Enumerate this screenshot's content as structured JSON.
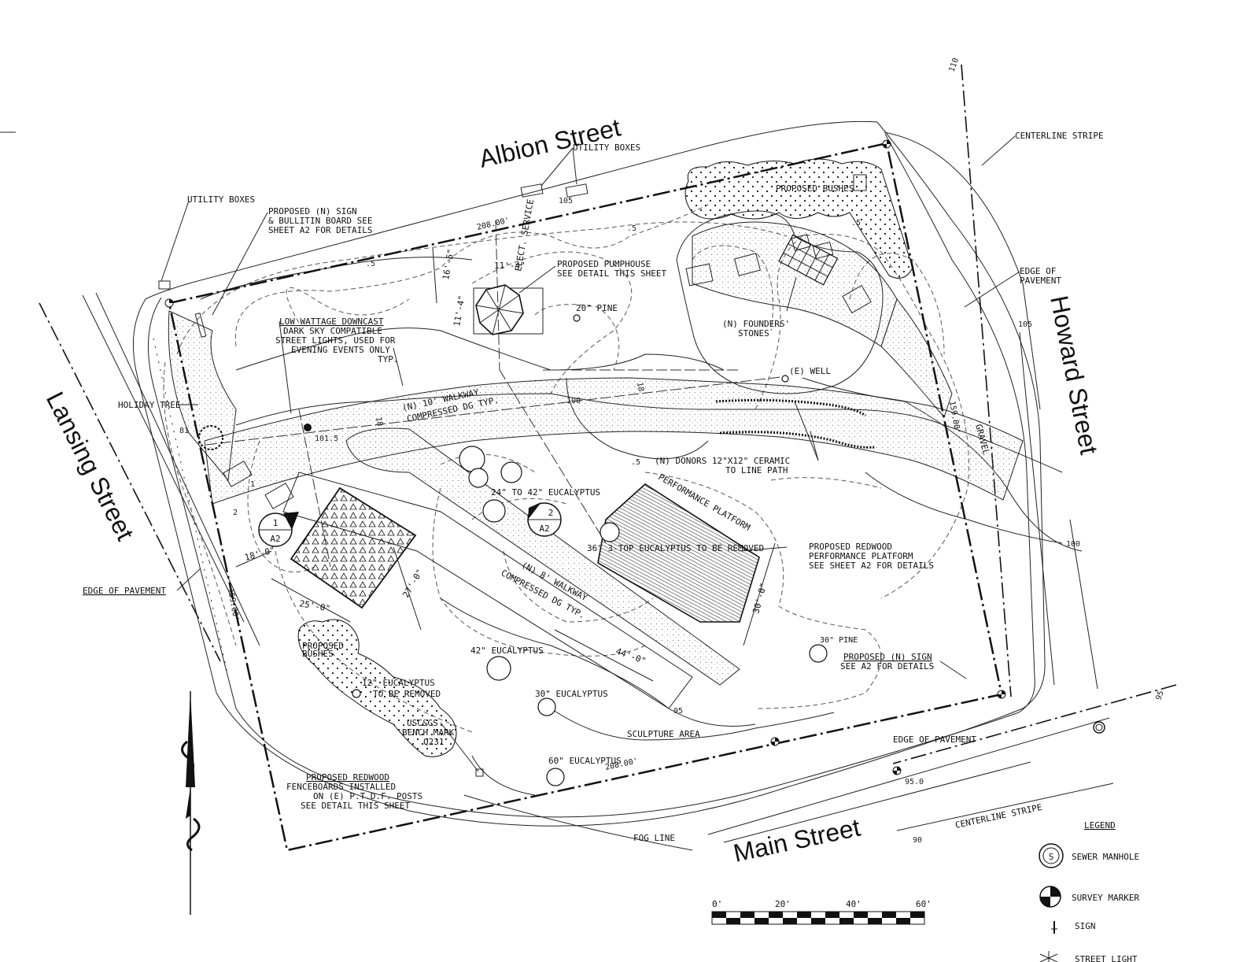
{
  "streets": {
    "albion": "Albion Street",
    "howard": "Howard Street",
    "lansing": "Lansing Street",
    "main": "Main Street"
  },
  "labels": {
    "utility_boxes_top": "UTILITY BOXES",
    "utility_boxes_left": "UTILITY BOXES",
    "proposed_sign_1": "PROPOSED (N) SIGN",
    "proposed_sign_2": "& BULLITIN BOARD SEE",
    "proposed_sign_3": "SHEET A2 FOR DETAILS",
    "centerline_top": "CENTERLINE STRIPE",
    "edge_pavement_right_1": "EDGE OF",
    "edge_pavement_right_2": "PAVEMENT",
    "proposed_bushes_top": "PROPOSED BUSHES",
    "pumphouse_1": "PROPOSED PUMPHOUSE",
    "pumphouse_2": "SEE DETAIL THIS SHEET",
    "elect_service": "ELECT. SERVICE",
    "pine_20": "20\" PINE",
    "founders_1": "(N) FOUNDERS'",
    "founders_2": "STONES",
    "well": "(E) WELL",
    "lights_1": "LOW WATTAGE DOWNCAST",
    "lights_2": "DARK SKY COMPATIBLE",
    "lights_3": "STREET LIGHTS, USED FOR",
    "lights_4": "EVENING EVENTS ONLY",
    "lights_5": "TYP.",
    "holiday_tree": "HOLIDAY TREE",
    "walkway_10_1": "(N) 10' WALKWAY",
    "walkway_10_2": "COMPRESSED DG TYP.",
    "donors_1": "(N) DONORS 12\"X12\" CERAMIC",
    "donors_2": "TO LINE PATH",
    "gravel": "GRAVEL",
    "euc_24_42": "24\" TO 42\" EUCALYPTUS",
    "performance_platform": "PERFORMANCE PLATFORM",
    "euc_36": "36\" 3-TOP EUCALYPTUS TO BE REMOVED",
    "redwood_platform_1": "PROPOSED REDWOOD",
    "redwood_platform_2": "PERFORMANCE PLATFORM",
    "redwood_platform_3": "SEE SHEET A2 FOR DETAILS",
    "walkway_8_1": "(N) 8' WALKWAY",
    "walkway_8_2": "COMPRESSED DG TYP.",
    "edge_pavement_left": "EDGE OF PAVEMENT",
    "proposed_bushes_bottom_1": "PROPOSED",
    "proposed_bushes_bottom_2": "BUSHES",
    "euc_42": "42\" EUCALYPTUS",
    "euc_12_1": "12\" EUCALYPTUS",
    "euc_12_2": "TO BE REMOVED",
    "euc_30": "30\" EUCALYPTUS",
    "pine_30": "30\" PINE",
    "sign_2_1": "PROPOSED (N) SIGN",
    "sign_2_2": "SEE A2 FOR DETAILS",
    "benchmark_1": "USC&GS",
    "benchmark_2": "BENCH MARK",
    "benchmark_3": "Q231",
    "sculpture_area": "SCULPTURE AREA",
    "edge_pavement_bottom": "EDGE OF PAVEMENT",
    "euc_60": "60\" EUCALYPTUS",
    "fence_1": "PROPOSED REDWOOD",
    "fence_2": "FENCEBOARDS INSTALLED",
    "fence_3": "ON (E) P.T.D.F. POSTS",
    "fence_4": "SEE DETAIL THIS SHEET",
    "fog_line": "FOG LINE",
    "centerline_bottom": "CENTERLINE STRIPE"
  },
  "dimensions": {
    "top_208": "208.00'",
    "bottom_208": "208.00'",
    "right_159": "159.00'",
    "left_159": "159.00'",
    "d_11_4_h": "11'-4\"",
    "d_11_4_v": "11'-4\"",
    "d_16_5": "16'-5\"",
    "d_18_0": "18'-0\"",
    "d_25_0": "25'-0\"",
    "d_27_0": "27'-0\"",
    "d_44_0": "44'-0\"",
    "d_30_0": "30'-0\""
  },
  "elevations": {
    "e105_top": "105",
    "e105_right": "105",
    "e100_mid": "100",
    "e100_right": "100",
    "e101_5": "101.5",
    "e95": "95",
    "e95_0": "95.0",
    "e90": "90",
    "e95_far": "95",
    "e110": "110",
    "e5a": ".5",
    "e5b": ".5",
    "e5c": ".5",
    "e5d": ".5",
    "e1": "1",
    "e2": "2",
    "e81": "81",
    "e18a": "18",
    "e18b": "18"
  },
  "sections": {
    "s1_num": "1",
    "s1_sheet": "A2",
    "s2_num": "2",
    "s2_sheet": "A2"
  },
  "scale_bar": {
    "ticks": [
      "0'",
      "20'",
      "40'",
      "60'"
    ]
  },
  "legend": {
    "title": "LEGEND",
    "items": [
      {
        "symbol": "sewer-manhole",
        "label": "SEWER MANHOLE"
      },
      {
        "symbol": "survey-marker",
        "label": "SURVEY MARKER"
      },
      {
        "symbol": "sign",
        "label": "SIGN"
      },
      {
        "symbol": "street-light",
        "label": "STREET LIGHT"
      }
    ]
  }
}
